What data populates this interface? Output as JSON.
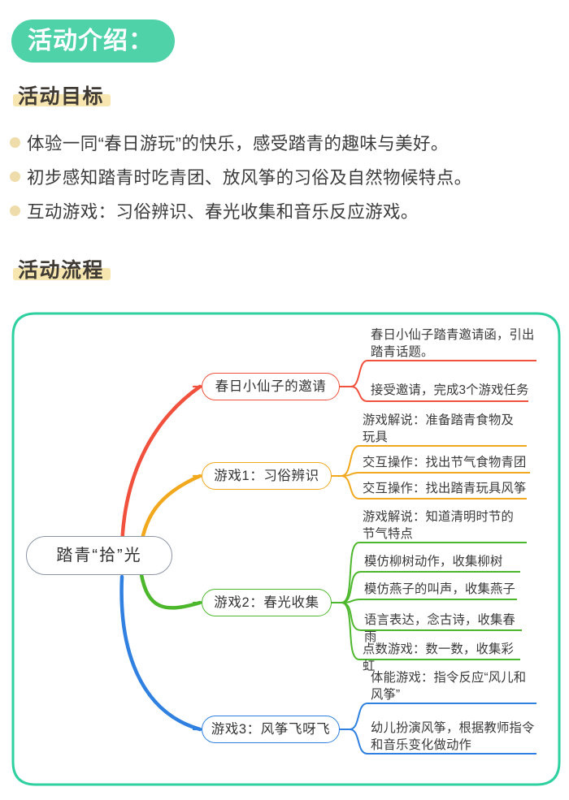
{
  "section": {
    "badge_label": "活动介绍："
  },
  "goals": {
    "heading": "活动目标",
    "items": [
      "体验一同“春日游玩”的快乐，感受踏青的趣味与美好。",
      "初步感知踏青时吃青团、放风筝的习俗及自然物候特点。",
      "互动游戏：习俗辨识、春光收集和音乐反应游戏。"
    ]
  },
  "flow": {
    "heading": "活动流程",
    "frame_color": "#2ed0a0",
    "root": {
      "label": "踏青“拾”光",
      "border_color": "#8b95a4"
    },
    "branches": [
      {
        "label": "春日小仙子的邀请",
        "color": "#f0503c",
        "leaves": [
          "春日小仙子踏青邀请函，引出踏青话题。",
          "接受邀请，完成3个游戏任务"
        ]
      },
      {
        "label": "游戏1：习俗辨识",
        "color": "#f2a81d",
        "leaves": [
          "游戏解说：准备踏青食物及玩具",
          "交互操作：找出节气食物青团",
          "交互操作：找出踏青玩具风筝"
        ]
      },
      {
        "label": "游戏2：春光收集",
        "color": "#4cb72b",
        "leaves": [
          "游戏解说：知道清明时节的节气特点",
          "模仿柳树动作，收集柳树",
          "模仿燕子的叫声，收集燕子",
          "语言表达，念古诗，收集春雨",
          "点数游戏：数一数，收集彩虹"
        ]
      },
      {
        "label": "游戏3：风筝飞呀飞",
        "color": "#2f80e0",
        "leaves": [
          "体能游戏：指令反应“风儿和风筝”",
          "幼儿扮演风筝，根据教师指令和音乐变化做动作"
        ]
      }
    ]
  }
}
